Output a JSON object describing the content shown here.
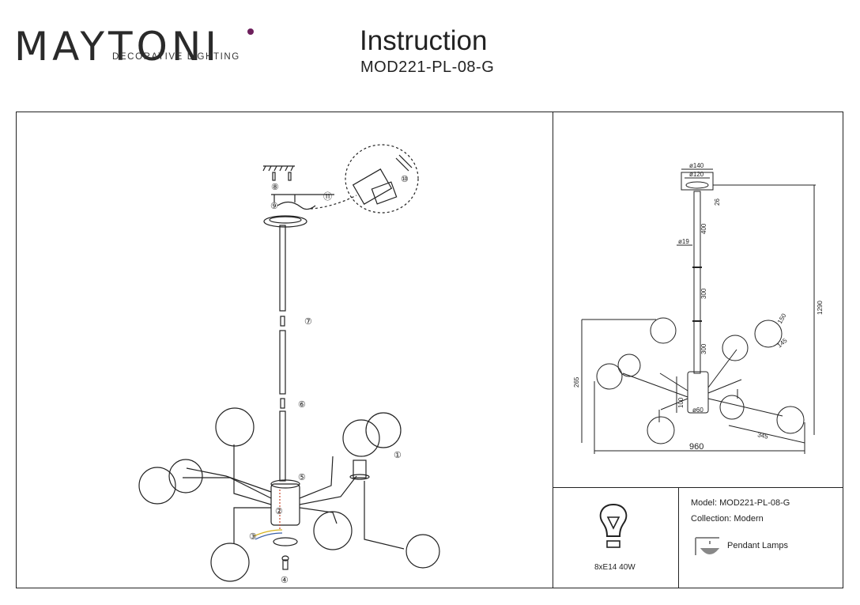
{
  "brand": {
    "name": "MAYTONI",
    "tagline": "DECORATIVE LIGHTING",
    "dot_color": "#6d1f5c"
  },
  "header": {
    "title": "Instruction",
    "model_code": "MOD221-PL-08-G"
  },
  "assembly_steps": [
    "①",
    "②",
    "③",
    "④",
    "⑤",
    "⑥",
    "⑦",
    "⑧",
    "⑨",
    "⑩",
    "⑪"
  ],
  "dimensions": {
    "canopy_outer": "ø140",
    "canopy_inner": "ø120",
    "canopy_height": "26",
    "rod_diameter": "ø19",
    "rod_top": "400",
    "rod_mid": "300",
    "rod_low": "300",
    "shade_height": "150",
    "shade_width": "145",
    "total_height": "1290",
    "body_height": "265",
    "hub_height": "100",
    "hub_diameter": "ø60",
    "arm_length": "345",
    "total_width": "960"
  },
  "bulb": {
    "spec": "8xE14 40W"
  },
  "info": {
    "model_label": "Model:",
    "model_value": "MOD221-PL-08-G",
    "collection_label": "Collection:",
    "collection_value": "Modern",
    "type": "Pendant Lamps"
  }
}
